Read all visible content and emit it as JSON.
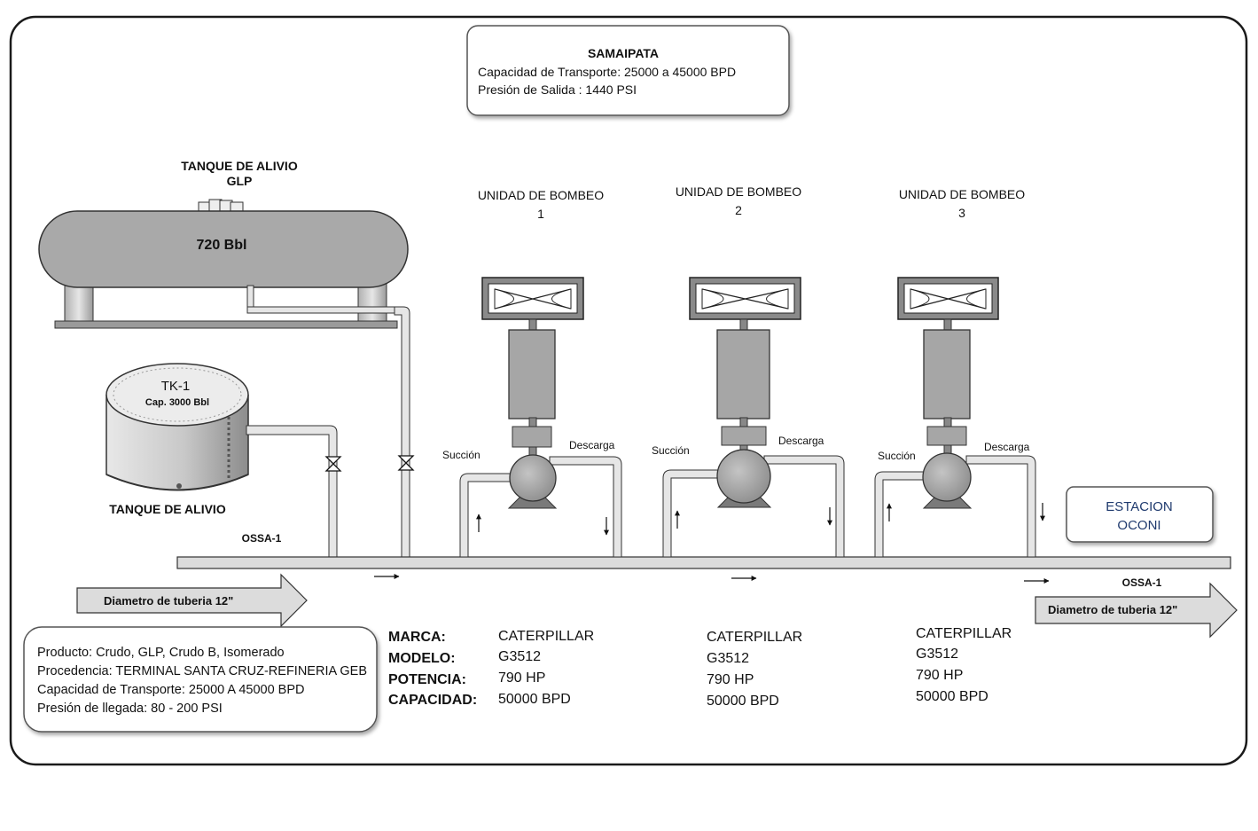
{
  "station": {
    "name": "SAMAIPATA",
    "capacity": "Capacidad de Transporte: 25000 a 45000 BPD",
    "pressure": "Presión de  Salida : 1440 PSI"
  },
  "relief_tank_glp": {
    "title_line1": "TANQUE DE ALIVIO",
    "title_line2": "GLP",
    "volume": "720 Bbl"
  },
  "relief_tank": {
    "id": "TK-1",
    "capacity": "Cap. 3000 Bbl",
    "title": "TANQUE DE ALIVIO"
  },
  "pipeline": {
    "label_left": "OSSA-1",
    "label_right": "OSSA-1",
    "diameter_left": "Diametro de tuberia   12\"",
    "diameter_right": "Diametro de tuberia   12\""
  },
  "pump_units": [
    {
      "title": "UNIDAD DE BOMBEO",
      "number": "1",
      "suction": "Succión",
      "discharge": "Descarga"
    },
    {
      "title": "UNIDAD DE BOMBEO",
      "number": "2",
      "suction": "Succión",
      "discharge": "Descarga"
    },
    {
      "title": "UNIDAD DE BOMBEO",
      "number": "3",
      "suction": "Succión",
      "discharge": "Descarga"
    }
  ],
  "destination": {
    "line1": "ESTACION",
    "line2": "OCONI"
  },
  "product_info": {
    "product": "Producto: Crudo, GLP, Crudo B, Isomerado",
    "origin": "Procedencia: TERMINAL SANTA CRUZ-REFINERIA GEB",
    "capacity": "Capacidad de Transporte:  25000  A 45000 BPD",
    "pressure": "Presión de llegada:  80 - 200 PSI"
  },
  "spec_labels": {
    "brand": "MARCA:",
    "model": "MODELO:",
    "power": "POTENCIA:",
    "capacity": "CAPACIDAD:"
  },
  "specs": [
    {
      "brand": "CATERPILLAR",
      "model": "G3512",
      "power": "790 HP",
      "capacity": "50000 BPD"
    },
    {
      "brand": "CATERPILLAR",
      "model": "G3512",
      "power": "790 HP",
      "capacity": "50000 BPD"
    },
    {
      "brand": "CATERPILLAR",
      "model": "G3512",
      "power": "790 HP",
      "capacity": "50000 BPD"
    }
  ],
  "colors": {
    "equipment_fill": "#a6a6a6",
    "pipe_fill": "#dcdcdc",
    "outline": "#2b2b2b",
    "destination_text": "#1f3a6e"
  }
}
